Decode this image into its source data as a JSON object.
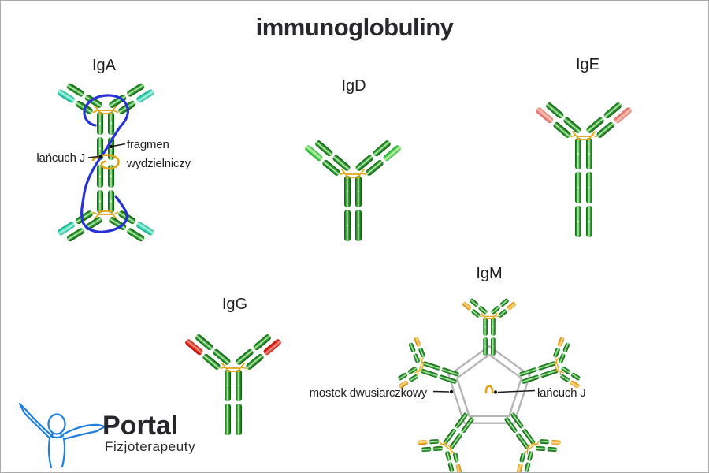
{
  "title": "immunoglobuliny",
  "diagrams": {
    "iga": {
      "label": "IgA",
      "annotations": {
        "j_chain": "łańcuch J",
        "secretory_line1": "fragmen",
        "secretory_line2": "wydzielniczy"
      }
    },
    "igd": {
      "label": "IgD"
    },
    "ige": {
      "label": "IgE"
    },
    "igg": {
      "label": "IgG"
    },
    "igm": {
      "label": "IgM",
      "annotations": {
        "disulfide_bridge": "mostek dwusiarczkowy",
        "j_chain": "łańcuch J"
      }
    }
  },
  "logo": {
    "name": "Portal",
    "subtitle": "Fizjoterapeuty"
  },
  "colors": {
    "chain_green": "#2fa12f",
    "chain_green_dark": "#0c5f12",
    "chain_green_light": "#d8f0cf",
    "tip_teal": "#41e0bc",
    "tip_light_green": "#55d855",
    "tip_red": "#e8251a",
    "tip_salmon": "#f28c84",
    "tip_yellow": "#f5b32e",
    "bond_yellow": "#e2a313",
    "secretory_blue": "#2733d6",
    "pentagon_gray": "#b5b5b5",
    "leader_line": "#1a1a1a",
    "text_dark": "#28282c",
    "logo_blue": "#1f7fe0"
  }
}
